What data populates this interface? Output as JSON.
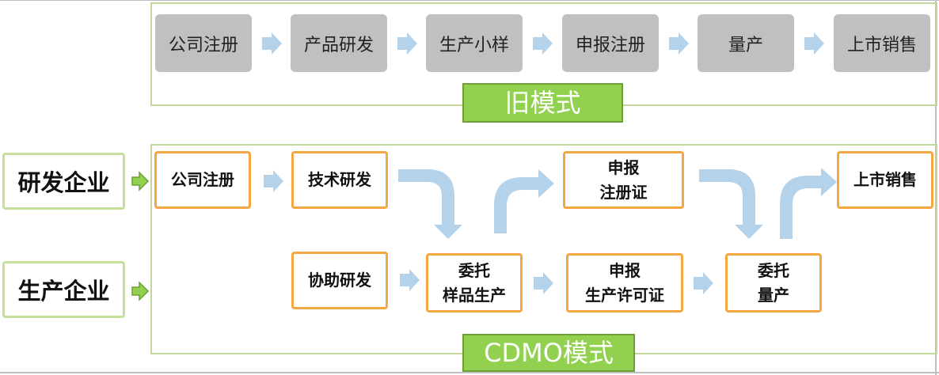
{
  "old_model": {
    "tag": "旧模式",
    "steps": [
      "公司注册",
      "产品研发",
      "生产小样",
      "申报注册",
      "量产",
      "上市销售"
    ]
  },
  "cdmo_model": {
    "tag": "CDMO模式",
    "rd_company": "研发企业",
    "mfg_company": "生产企业",
    "top_row": {
      "register": "公司注册",
      "tech_rd": "技术研发",
      "cert_line1": "申报",
      "cert_line2": "注册证",
      "market": "上市销售"
    },
    "bottom_row": {
      "assist_rd": "协助研发",
      "sample_line1": "委托",
      "sample_line2": "样品生产",
      "license_line1": "申报",
      "license_line2": "生产许可证",
      "mass_line1": "委托",
      "mass_line2": "量产"
    }
  },
  "colors": {
    "frame_border": "#c3d69b",
    "gray_step": "#c0c0c0",
    "orange_border": "#f4a640",
    "tag_green": "#92d050",
    "arrow_blue": "#b4d2ea"
  }
}
